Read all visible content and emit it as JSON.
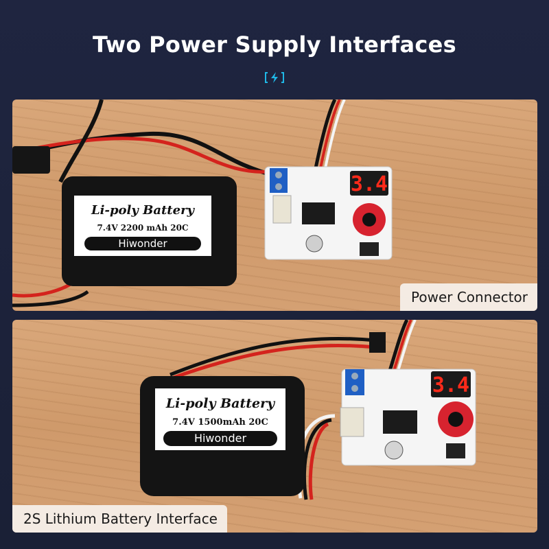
{
  "page": {
    "title": "Two Power Supply Interfaces",
    "colors": {
      "background": "#1f2540",
      "accent": "#1fb7e6",
      "label_bg": "#f5eee8"
    },
    "icons": [
      "battery-charge-icon"
    ]
  },
  "panels": [
    {
      "caption": "Power Connector",
      "battery": {
        "heading": "Li-poly Battery",
        "spec": "7.4V 2200 mAh 20C",
        "brand": "Hiwonder"
      },
      "display": "3.4"
    },
    {
      "caption": "2S Lithium Battery Interface",
      "battery": {
        "heading": "Li-poly Battery",
        "spec": "7.4V 1500mAh 20C",
        "brand": "Hiwonder"
      },
      "display": "3.4"
    }
  ]
}
